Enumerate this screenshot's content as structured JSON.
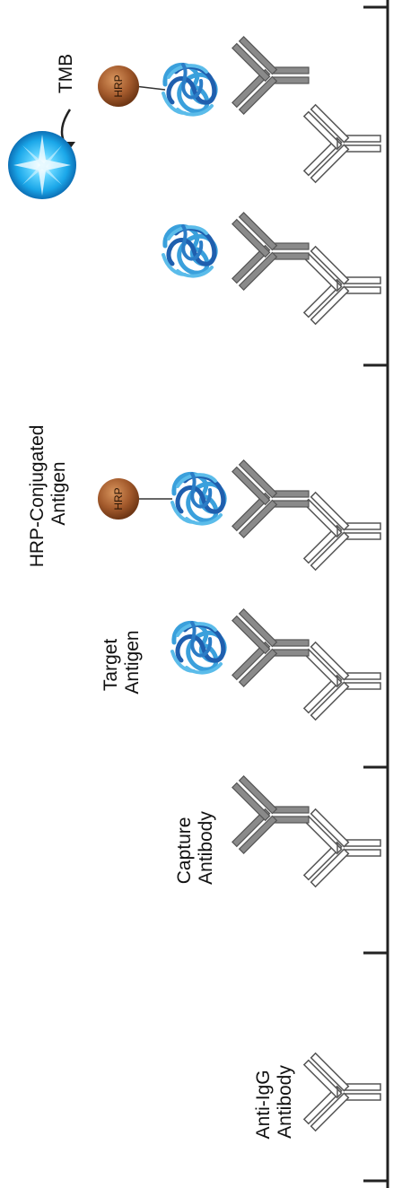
{
  "labels": {
    "anti_igg": [
      "Anti-IgG",
      "Antibody"
    ],
    "capture": [
      "Capture",
      "Antibody"
    ],
    "target": [
      "Target",
      "Antigen"
    ],
    "hrp_conjugated": [
      "HRP-Conjugated",
      "Antigen"
    ],
    "tmb": "TMB",
    "hrp": "HRP"
  },
  "colors": {
    "capture_antibody": "#8a8a8a",
    "antigen_light": "#3aa0dc",
    "antigen_dark": "#1f5fae",
    "hrp": "#a35a2c",
    "signal": "#22b8f0",
    "plate": "#222222"
  }
}
